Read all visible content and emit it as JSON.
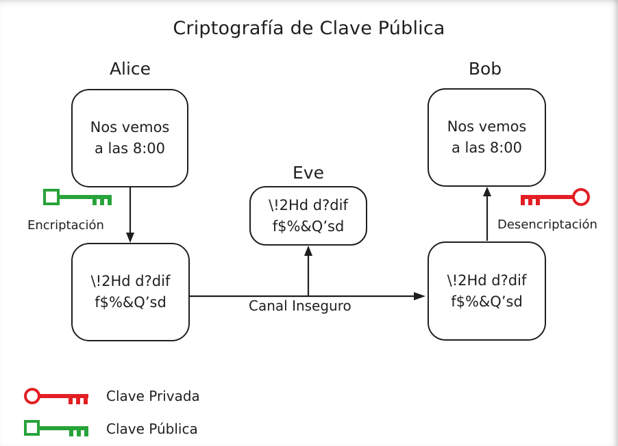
{
  "title": "Criptografía de Clave Pública",
  "alice": {
    "name": "Alice",
    "plaintext": [
      "Nos vemos",
      "a las 8:00"
    ],
    "ciphertext": [
      "\\!2Hd d?dif",
      "f$%&Q’sd"
    ]
  },
  "eve": {
    "name": "Eve",
    "ciphertext": [
      "\\!2Hd d?dif",
      "f$%&Q’sd"
    ]
  },
  "bob": {
    "name": "Bob",
    "plaintext": [
      "Nos vemos",
      "a las 8:00"
    ],
    "ciphertext": [
      "\\!2Hd d?dif",
      "f$%&Q’sd"
    ]
  },
  "labels": {
    "encryption": "Encriptación",
    "decryption": "Desencriptación",
    "channel": "Canal Inseguro"
  },
  "legend": {
    "private_key": "Clave Privada",
    "public_key": "Clave Pública"
  },
  "colors": {
    "private_key": "#e31e24",
    "public_key": "#27a33a",
    "stroke": "#1e1e1e"
  },
  "icons": {
    "private_key": "red-key-icon",
    "public_key": "green-key-icon"
  }
}
